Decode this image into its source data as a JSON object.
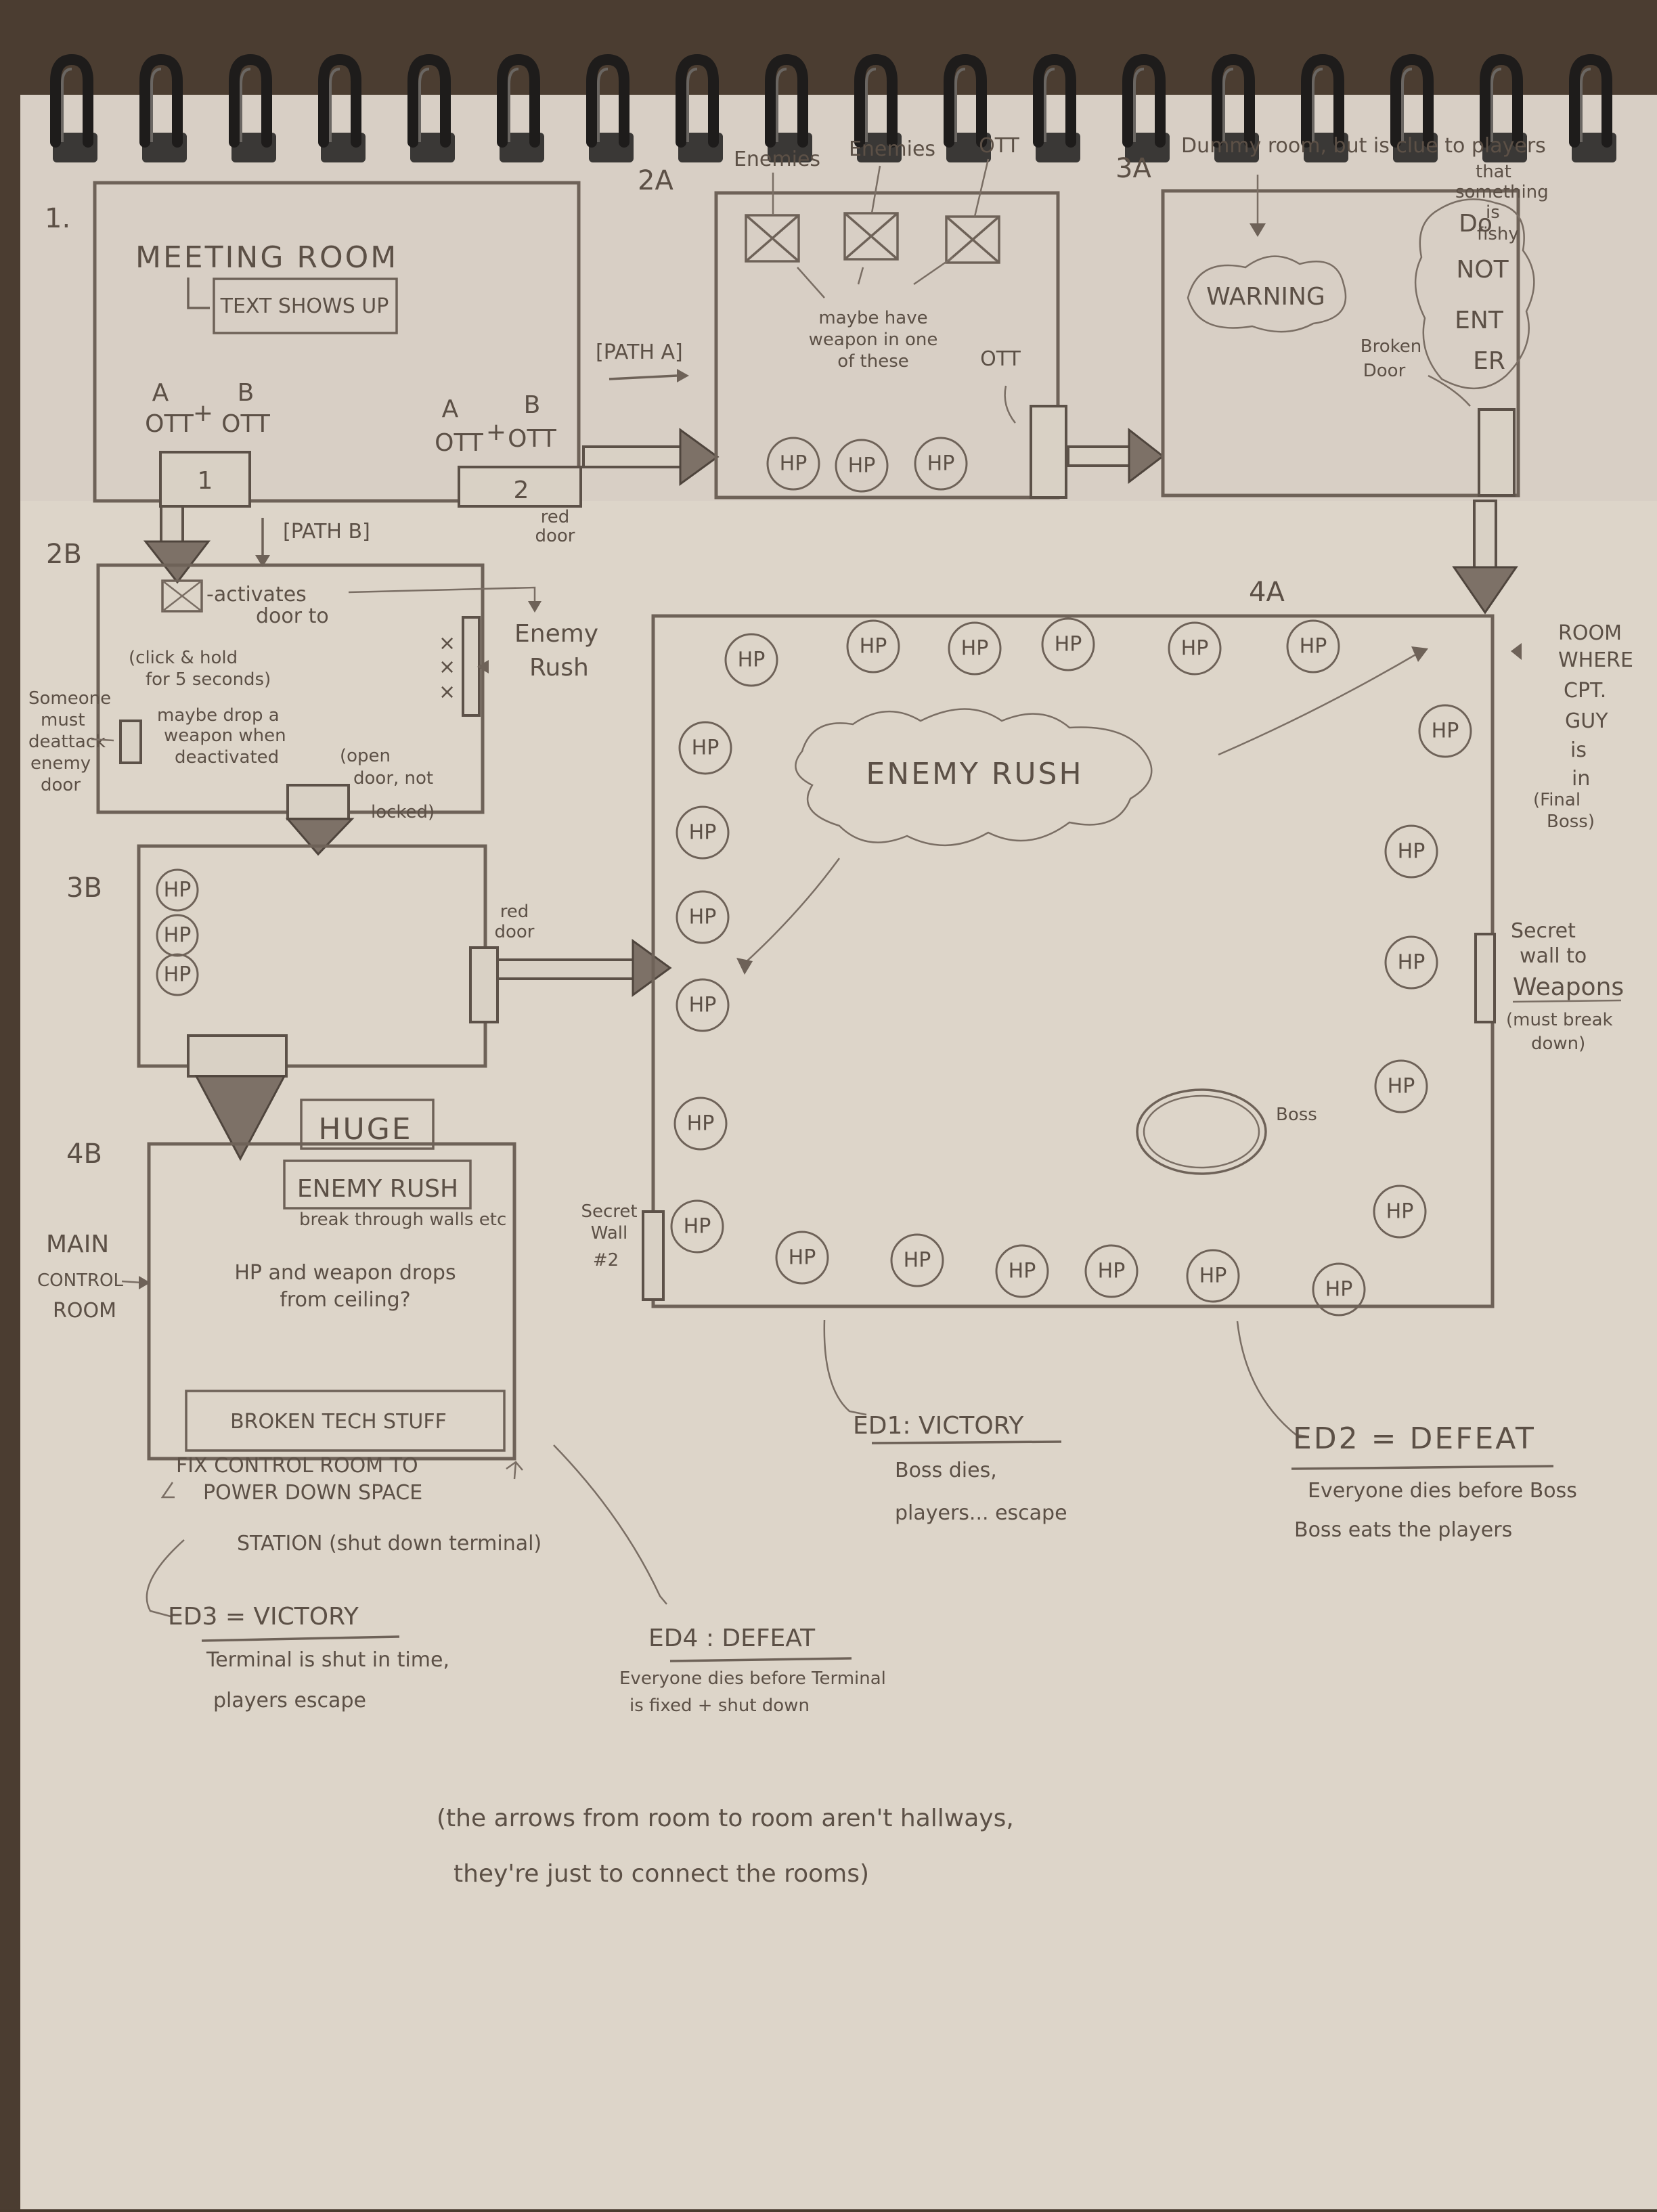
{
  "rooms": {
    "r1": {
      "number": "1.",
      "title": "MEETING ROOM",
      "note": "TEXT SHOWS UP",
      "switch_a": [
        "A",
        "OTT"
      ],
      "plus_a": "+",
      "switch_b": [
        "B",
        "OTT"
      ],
      "door1": "1",
      "switch_a2": [
        "A",
        "OTT"
      ],
      "plus_b": "+",
      "switch_b2": [
        "B",
        "OTT"
      ],
      "door2": "2",
      "red_door": [
        "red",
        "door"
      ]
    },
    "r2a": {
      "number": "2A",
      "labels_top": [
        "Enemies",
        "Enemies",
        "OTT"
      ],
      "note": [
        "maybe have",
        "weapon in one",
        "of these"
      ],
      "ott": "OTT",
      "hp": "HP",
      "path_label": "[PATH A]"
    },
    "r3a": {
      "number": "3A",
      "note": [
        "Dummy room, but is clue to players",
        "that",
        "something",
        "is",
        "fishy"
      ],
      "warning": "WARNING",
      "do_not_enter": [
        "Do",
        "NOT",
        "ENT",
        "ER"
      ],
      "broken_door": [
        "Broken",
        "Door"
      ]
    },
    "r2b": {
      "number": "2B",
      "path_label": "[PATH B]",
      "switch_note": [
        "-activates",
        "door to"
      ],
      "click_note": [
        "(click & hold",
        "for 5 seconds)"
      ],
      "drop_note": [
        "maybe drop a",
        "weapon when",
        "deactivated"
      ],
      "enemy_rush": [
        "Enemy",
        "Rush"
      ],
      "open_door": [
        "(open",
        "door, not",
        "locked)"
      ],
      "side_note": [
        "Someone",
        "must",
        "deattack",
        "enemy",
        "door"
      ]
    },
    "r3b": {
      "number": "3B",
      "hp": "HP",
      "red_door": [
        "red",
        "door"
      ]
    },
    "r4b": {
      "number": "4B",
      "huge": "HUGE",
      "enemy_rush": "ENEMY RUSH",
      "break_note": "break through walls etc",
      "hp_note": [
        "HP and weapon drops",
        "from ceiling?"
      ],
      "broken_tech": "BROKEN TECH STUFF",
      "main_control": [
        "MAIN",
        "CONTROL",
        "ROOM"
      ],
      "fix_note": [
        "FIX CONTROL ROOM TO",
        "POWER DOWN SPACE",
        "STATION (shut down terminal)"
      ]
    },
    "r4a": {
      "number": "4A",
      "enemy_rush": "ENEMY RUSH",
      "hp": "HP",
      "boss": "Boss",
      "room_note": [
        "ROOM",
        "WHERE",
        "CPT.",
        "GUY",
        "is",
        "in",
        "(Final",
        "Boss)"
      ],
      "secret_wall": [
        "Secret",
        "wall to",
        "Weapons",
        "(must break",
        "down)"
      ],
      "secret_wall2": [
        "Secret",
        "Wall",
        "#2"
      ]
    }
  },
  "endings": {
    "ed1": {
      "title": "ED1: VICTORY",
      "desc": [
        "Boss dies,",
        "players... escape"
      ]
    },
    "ed2": {
      "title": "ED2 = DEFEAT",
      "desc": [
        "Everyone dies before Boss",
        "Boss eats the players"
      ]
    },
    "ed3": {
      "title": "ED3 = VICTORY",
      "desc": [
        "Terminal is shut in time,",
        "players escape"
      ]
    },
    "ed4": {
      "title": "ED4 : DEFEAT",
      "desc": [
        "Everyone dies before Terminal",
        "is fixed + shut down"
      ]
    }
  },
  "footnote": [
    "(the arrows from room to room aren't hallways,",
    "they're just to connect the rooms)"
  ]
}
